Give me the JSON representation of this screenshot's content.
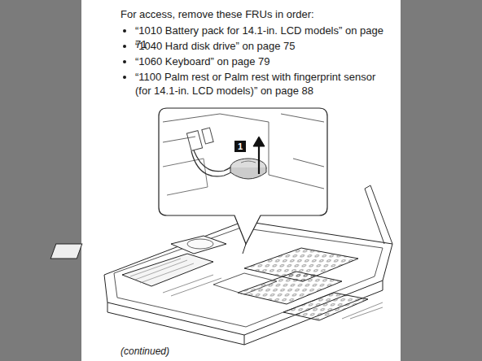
{
  "diagram": {
    "labels": [
      "For access, remove these FRUs in order:",
      "“1010 Battery pack for 14.1-in. LCD models” on page 71",
      "“1040 Hard disk drive” on page 75",
      "“1060 Keyboard” on page 79",
      "“1100 Palm rest or Palm rest with fingerprint sensor (for 14.1-in. LCD models)” on page 88",
      "1",
      "(continued)"
    ]
  }
}
